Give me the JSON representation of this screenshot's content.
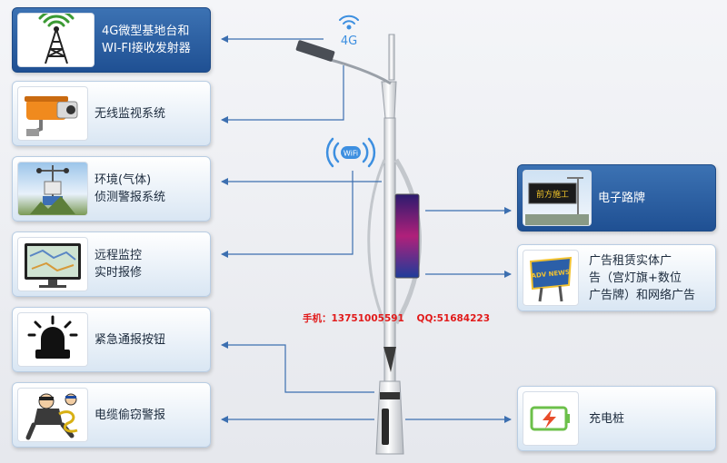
{
  "modules_left": [
    {
      "id": "4g",
      "lines": [
        "4G微型基地台和",
        "WI-FI接收发射器"
      ],
      "icon": "antenna-tower-icon"
    },
    {
      "id": "cctv",
      "lines": [
        "无线监视系统"
      ],
      "icon": "cctv-camera-icon"
    },
    {
      "id": "env",
      "lines": [
        "环境(气体)",
        "侦测警报系统"
      ],
      "icon": "weather-station-icon"
    },
    {
      "id": "remote",
      "lines": [
        "远程监控",
        "实时报修"
      ],
      "icon": "monitor-map-icon"
    },
    {
      "id": "alarm",
      "lines": [
        "紧急通报按钮"
      ],
      "icon": "alarm-beacon-icon"
    },
    {
      "id": "cable",
      "lines": [
        "电缆偷窃警报"
      ],
      "icon": "thief-icon"
    }
  ],
  "modules_right": [
    {
      "id": "sign",
      "lines": [
        "电子路牌"
      ],
      "icon": "electronic-road-sign-icon"
    },
    {
      "id": "ad",
      "lines": [
        "广告租赁实体广",
        "告（宫灯旗+数位",
        "广告牌）和网络广告"
      ],
      "icon": "billboard-icon"
    },
    {
      "id": "charge",
      "lines": [
        "充电桩"
      ],
      "icon": "charging-icon"
    }
  ],
  "overlay": {
    "label_4g": "4G",
    "label_wifi": "WiFi",
    "billboard_text": "ADV NEWS",
    "sign_text": "前方施工"
  },
  "contact": {
    "phone": "手机：13751005591",
    "qq": "QQ:51684223"
  },
  "colors": {
    "card_dark_top": "#3c72b3",
    "card_dark_bottom": "#1f5093",
    "card_light_border": "#b9cde3",
    "arrow": "#3c6fb0",
    "contact": "#e11b1b",
    "wifi": "#3d8fe0"
  }
}
